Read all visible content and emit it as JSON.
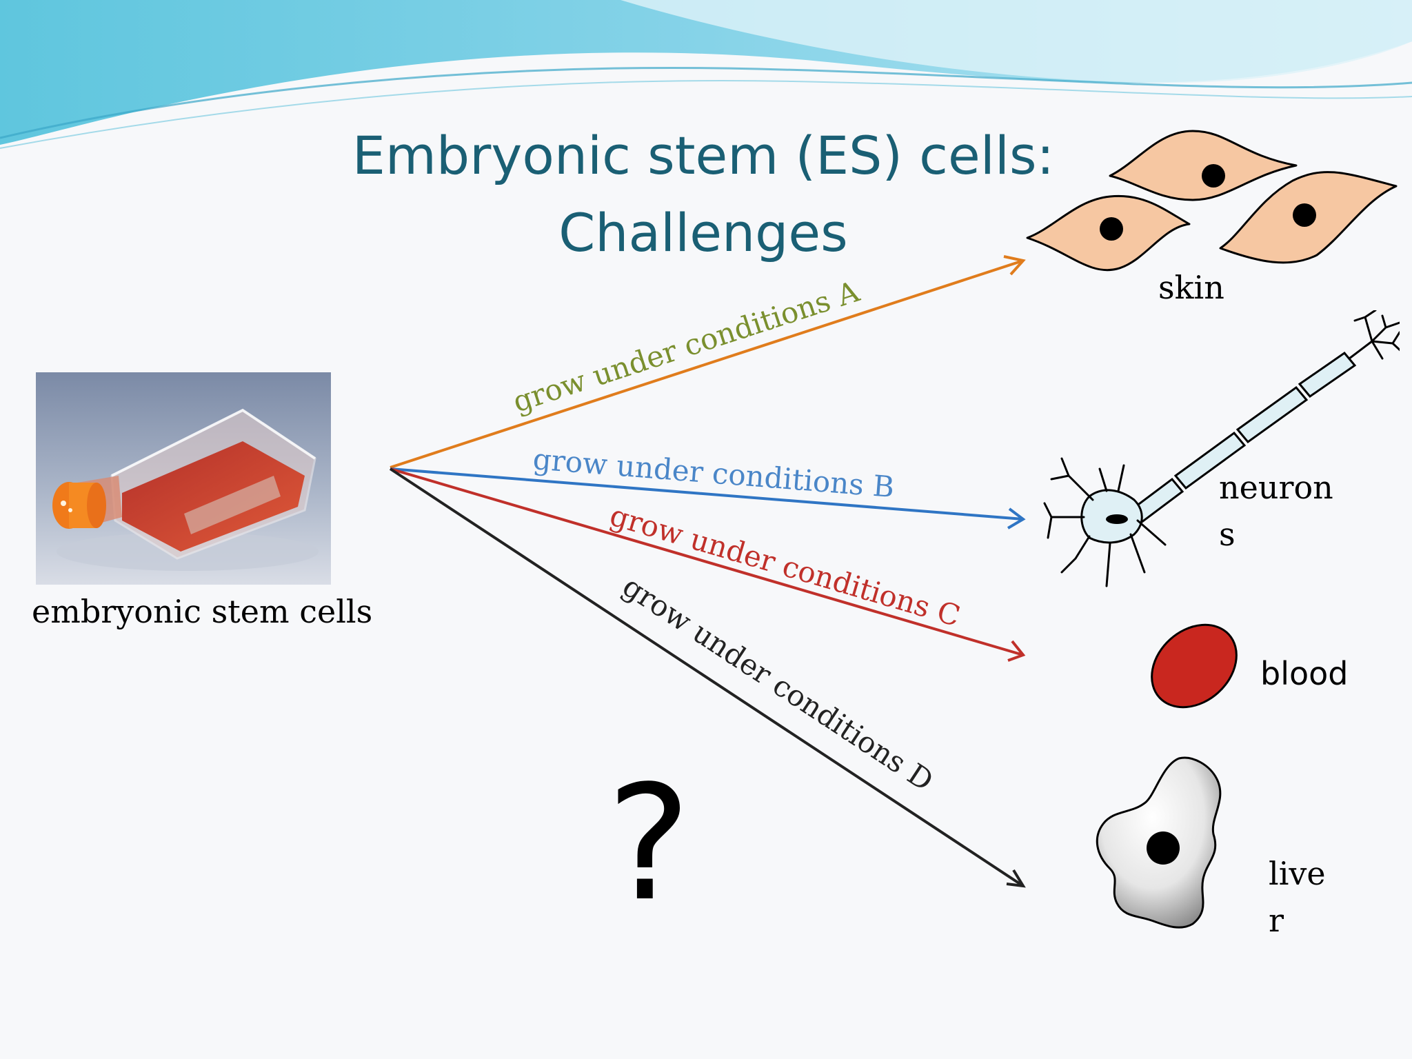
{
  "title": {
    "line1": "Embryonic stem (ES) cells:",
    "line2": "Challenges"
  },
  "source": {
    "label": "embryonic stem cells",
    "image": "cell-culture-flask"
  },
  "conditions": [
    {
      "label": "grow under conditions A",
      "color": "#7a8f2e",
      "arrow_color": "#e07c1c"
    },
    {
      "label": "grow under conditions B",
      "color": "#4a86c8",
      "arrow_color": "#2f75c4"
    },
    {
      "label": "grow under conditions C",
      "color": "#c0302a",
      "arrow_color": "#c0302a"
    },
    {
      "label": "grow under conditions D",
      "color": "#222222",
      "arrow_color": "#222222"
    }
  ],
  "targets": {
    "skin": {
      "label": "skin",
      "color": "#f6c7a2"
    },
    "neurons": {
      "line1": "neuron",
      "line2": "s",
      "color": "#dff0f5"
    },
    "blood": {
      "label": "blood",
      "color": "#c9271f"
    },
    "liver": {
      "line1": "live",
      "line2": "r"
    }
  },
  "question_mark": "?",
  "colors": {
    "title": "#1a5f74",
    "background": "#f7f8fa",
    "wave": "#7fd4e6"
  }
}
